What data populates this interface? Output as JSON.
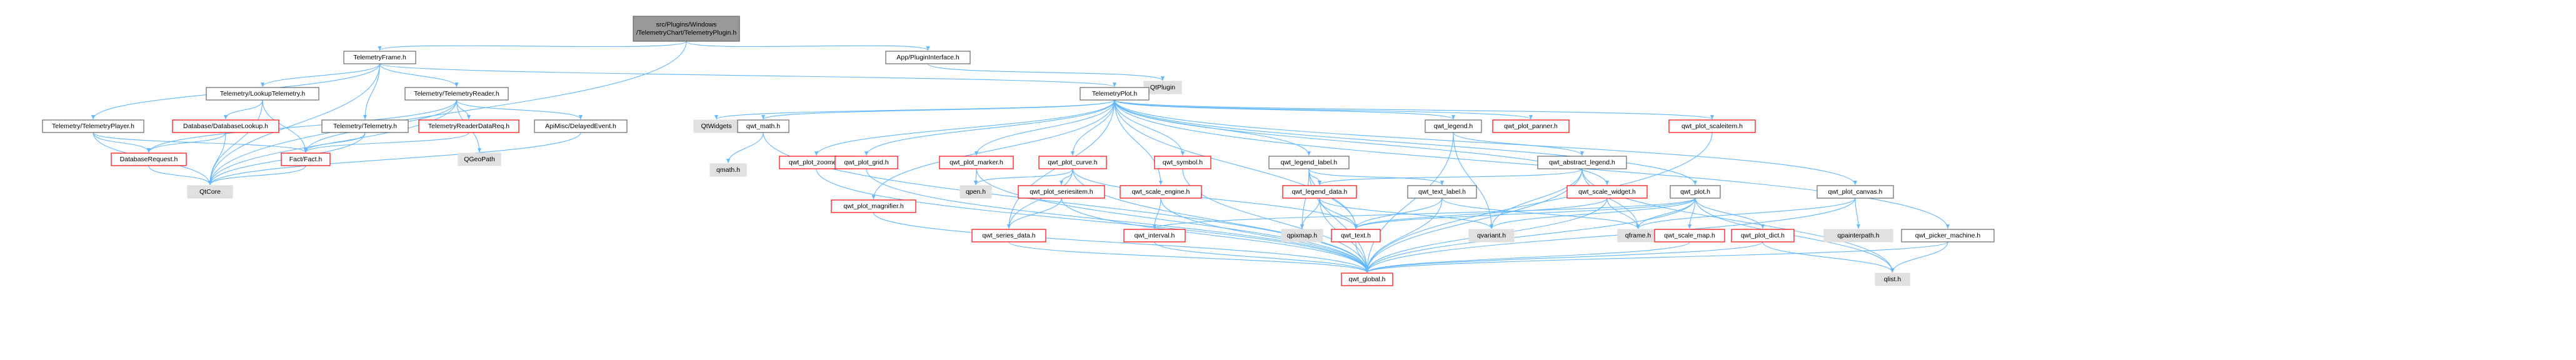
{
  "colors": {
    "edge": "#63b8ff",
    "box_border_plain": "#666666",
    "box_border_highlight": "#ff0000",
    "box_fill_plain": "#ffffff",
    "box_fill_external": "#e0e0e0",
    "box_fill_root": "#999999",
    "box_border_root": "#666666"
  },
  "nodes": [
    {
      "id": "root",
      "lines": [
        "src/Plugins/Windows",
        "/TelemetryChart/TelemetryPlugin.h"
      ],
      "kind": "root"
    },
    {
      "id": "telemetry_frame",
      "lines": [
        "TelemetryFrame.h"
      ],
      "kind": "plain"
    },
    {
      "id": "app_plugin_interface",
      "lines": [
        "App/PluginInterface.h"
      ],
      "kind": "plain"
    },
    {
      "id": "qt_plugin",
      "lines": [
        "QtPlugin"
      ],
      "kind": "external"
    },
    {
      "id": "telemetry_lookup",
      "lines": [
        "Telemetry/LookupTelemetry.h"
      ],
      "kind": "plain"
    },
    {
      "id": "telemetry_reader",
      "lines": [
        "Telemetry/TelemetryReader.h"
      ],
      "kind": "plain"
    },
    {
      "id": "telemetry_plot",
      "lines": [
        "TelemetryPlot.h"
      ],
      "kind": "plain"
    },
    {
      "id": "telemetry_player",
      "lines": [
        "Telemetry/TelemetryPlayer.h"
      ],
      "kind": "plain"
    },
    {
      "id": "db_lookup",
      "lines": [
        "Database/DatabaseLookup.h"
      ],
      "kind": "highlight"
    },
    {
      "id": "telemetry_h",
      "lines": [
        "Telemetry/Telemetry.h"
      ],
      "kind": "plain"
    },
    {
      "id": "reader_data_req",
      "lines": [
        "TelemetryReaderDataReq.h"
      ],
      "kind": "highlight"
    },
    {
      "id": "delayed_event",
      "lines": [
        "ApiMisc/DelayedEvent.h"
      ],
      "kind": "plain"
    },
    {
      "id": "db_request",
      "lines": [
        "DatabaseRequest.h"
      ],
      "kind": "highlight"
    },
    {
      "id": "fact",
      "lines": [
        "Fact/Fact.h"
      ],
      "kind": "highlight"
    },
    {
      "id": "qgeopath",
      "lines": [
        "QGeoPath"
      ],
      "kind": "external"
    },
    {
      "id": "qtcore",
      "lines": [
        "QtCore"
      ],
      "kind": "external"
    },
    {
      "id": "qtwidgets",
      "lines": [
        "QtWidgets"
      ],
      "kind": "external"
    },
    {
      "id": "qwt_math",
      "lines": [
        "qwt_math.h"
      ],
      "kind": "plain"
    },
    {
      "id": "qmath",
      "lines": [
        "qmath.h"
      ],
      "kind": "external"
    },
    {
      "id": "qwt_plot_zoomer",
      "lines": [
        "qwt_plot_zoomer.h"
      ],
      "kind": "highlight"
    },
    {
      "id": "qwt_plot_grid",
      "lines": [
        "qwt_plot_grid.h"
      ],
      "kind": "highlight"
    },
    {
      "id": "qwt_plot_magnifier",
      "lines": [
        "qwt_plot_magnifier.h"
      ],
      "kind": "highlight"
    },
    {
      "id": "qwt_plot_marker",
      "lines": [
        "qwt_plot_marker.h"
      ],
      "kind": "highlight"
    },
    {
      "id": "qwt_plot_curve",
      "lines": [
        "qwt_plot_curve.h"
      ],
      "kind": "highlight"
    },
    {
      "id": "qpen",
      "lines": [
        "qpen.h"
      ],
      "kind": "external"
    },
    {
      "id": "qwt_plot_seriesitem",
      "lines": [
        "qwt_plot_seriesitem.h"
      ],
      "kind": "highlight"
    },
    {
      "id": "qwt_series_data",
      "lines": [
        "qwt_series_data.h"
      ],
      "kind": "highlight"
    },
    {
      "id": "qwt_scale_engine",
      "lines": [
        "qwt_scale_engine.h"
      ],
      "kind": "highlight"
    },
    {
      "id": "qwt_interval",
      "lines": [
        "qwt_interval.h"
      ],
      "kind": "highlight"
    },
    {
      "id": "qwt_symbol",
      "lines": [
        "qwt_symbol.h"
      ],
      "kind": "highlight"
    },
    {
      "id": "qwt_legend_label",
      "lines": [
        "qwt_legend_label.h"
      ],
      "kind": "plain"
    },
    {
      "id": "qwt_legend_data",
      "lines": [
        "qwt_legend_data.h"
      ],
      "kind": "highlight"
    },
    {
      "id": "qpixmap",
      "lines": [
        "qpixmap.h"
      ],
      "kind": "external"
    },
    {
      "id": "qwt_text_label",
      "lines": [
        "qwt_text_label.h"
      ],
      "kind": "plain"
    },
    {
      "id": "qwt_text",
      "lines": [
        "qwt_text.h"
      ],
      "kind": "highlight"
    },
    {
      "id": "qwt_global",
      "lines": [
        "qwt_global.h"
      ],
      "kind": "highlight"
    },
    {
      "id": "qwt_legend",
      "lines": [
        "qwt_legend.h"
      ],
      "kind": "plain"
    },
    {
      "id": "qwt_abstract_legend",
      "lines": [
        "qwt_abstract_legend.h"
      ],
      "kind": "plain"
    },
    {
      "id": "qvariant",
      "lines": [
        "qvariant.h"
      ],
      "kind": "external"
    },
    {
      "id": "qwt_plot_panner",
      "lines": [
        "qwt_plot_panner.h"
      ],
      "kind": "highlight"
    },
    {
      "id": "qwt_scale_widget",
      "lines": [
        "qwt_scale_widget.h"
      ],
      "kind": "highlight"
    },
    {
      "id": "qwt_plot_scaleitem",
      "lines": [
        "qwt_plot_scaleitem.h"
      ],
      "kind": "highlight"
    },
    {
      "id": "qwt_plot",
      "lines": [
        "qwt_plot.h"
      ],
      "kind": "plain"
    },
    {
      "id": "qframe",
      "lines": [
        "qframe.h"
      ],
      "kind": "external"
    },
    {
      "id": "qwt_scale_map",
      "lines": [
        "qwt_scale_map.h"
      ],
      "kind": "highlight"
    },
    {
      "id": "qwt_plot_dict",
      "lines": [
        "qwt_plot_dict.h"
      ],
      "kind": "highlight"
    },
    {
      "id": "qwt_plot_canvas",
      "lines": [
        "qwt_plot_canvas.h"
      ],
      "kind": "plain"
    },
    {
      "id": "qpainterpath",
      "lines": [
        "qpainterpath.h"
      ],
      "kind": "external"
    },
    {
      "id": "qwt_picker_machine",
      "lines": [
        "qwt_picker_machine.h"
      ],
      "kind": "plain"
    },
    {
      "id": "qlist",
      "lines": [
        "qlist.h"
      ],
      "kind": "external"
    }
  ],
  "edges": [
    [
      "root",
      "telemetry_frame"
    ],
    [
      "root",
      "app_plugin_interface"
    ],
    [
      "root",
      "qtcore"
    ],
    [
      "app_plugin_interface",
      "qt_plugin"
    ],
    [
      "telemetry_frame",
      "telemetry_lookup"
    ],
    [
      "telemetry_frame",
      "telemetry_reader"
    ],
    [
      "telemetry_frame",
      "telemetry_plot"
    ],
    [
      "telemetry_frame",
      "telemetry_player"
    ],
    [
      "telemetry_frame",
      "telemetry_h"
    ],
    [
      "telemetry_frame",
      "qtcore"
    ],
    [
      "telemetry_lookup",
      "db_lookup"
    ],
    [
      "telemetry_lookup",
      "fact"
    ],
    [
      "telemetry_lookup",
      "qtcore"
    ],
    [
      "telemetry_reader",
      "db_request"
    ],
    [
      "telemetry_reader",
      "fact"
    ],
    [
      "telemetry_reader",
      "reader_data_req"
    ],
    [
      "telemetry_reader",
      "delayed_event"
    ],
    [
      "telemetry_reader",
      "qgeopath"
    ],
    [
      "telemetry_reader",
      "qtcore"
    ],
    [
      "telemetry_player",
      "db_request"
    ],
    [
      "telemetry_player",
      "fact"
    ],
    [
      "telemetry_player",
      "qtcore"
    ],
    [
      "db_lookup",
      "db_request"
    ],
    [
      "db_lookup",
      "qtcore"
    ],
    [
      "telemetry_h",
      "fact"
    ],
    [
      "telemetry_h",
      "qtcore"
    ],
    [
      "reader_data_req",
      "fact"
    ],
    [
      "delayed_event",
      "qtcore"
    ],
    [
      "db_request",
      "qtcore"
    ],
    [
      "fact",
      "qtcore"
    ],
    [
      "telemetry_plot",
      "qtwidgets"
    ],
    [
      "telemetry_plot",
      "qwt_math"
    ],
    [
      "telemetry_plot",
      "qwt_plot_zoomer"
    ],
    [
      "telemetry_plot",
      "qwt_plot_grid"
    ],
    [
      "telemetry_plot",
      "qwt_plot_magnifier"
    ],
    [
      "telemetry_plot",
      "qwt_plot_marker"
    ],
    [
      "telemetry_plot",
      "qwt_plot_curve"
    ],
    [
      "telemetry_plot",
      "qwt_scale_engine"
    ],
    [
      "telemetry_plot",
      "qwt_symbol"
    ],
    [
      "telemetry_plot",
      "qwt_legend_label"
    ],
    [
      "telemetry_plot",
      "qwt_legend"
    ],
    [
      "telemetry_plot",
      "qwt_plot_panner"
    ],
    [
      "telemetry_plot",
      "qwt_scale_widget"
    ],
    [
      "telemetry_plot",
      "qwt_plot_scaleitem"
    ],
    [
      "telemetry_plot",
      "qwt_plot"
    ],
    [
      "telemetry_plot",
      "qwt_plot_canvas"
    ],
    [
      "telemetry_plot",
      "qwt_picker_machine"
    ],
    [
      "telemetry_plot",
      "qwt_text"
    ],
    [
      "telemetry_plot",
      "qwt_series_data"
    ],
    [
      "qwt_math",
      "qmath"
    ],
    [
      "qwt_math",
      "qwt_global"
    ],
    [
      "qwt_plot_zoomer",
      "qwt_global"
    ],
    [
      "qwt_plot_grid",
      "qwt_global"
    ],
    [
      "qwt_plot_magnifier",
      "qwt_global"
    ],
    [
      "qwt_plot_marker",
      "qwt_global"
    ],
    [
      "qwt_plot_marker",
      "qpen"
    ],
    [
      "qwt_plot_curve",
      "qpen"
    ],
    [
      "qwt_plot_curve",
      "qwt_plot_seriesitem"
    ],
    [
      "qwt_plot_curve",
      "qwt_series_data"
    ],
    [
      "qwt_plot_curve",
      "qwt_text"
    ],
    [
      "qwt_plot_curve",
      "qwt_global"
    ],
    [
      "qwt_plot_seriesitem",
      "qwt_series_data"
    ],
    [
      "qwt_plot_seriesitem",
      "qwt_global"
    ],
    [
      "qwt_series_data",
      "qwt_global"
    ],
    [
      "qwt_scale_engine",
      "qwt_interval"
    ],
    [
      "qwt_scale_engine",
      "qwt_global"
    ],
    [
      "qwt_interval",
      "qwt_global"
    ],
    [
      "qwt_symbol",
      "qwt_global"
    ],
    [
      "qwt_legend_label",
      "qwt_legend_data"
    ],
    [
      "qwt_legend_label",
      "qwt_text_label"
    ],
    [
      "qwt_legend_label",
      "qpixmap"
    ],
    [
      "qwt_legend_label",
      "qwt_text"
    ],
    [
      "qwt_legend_label",
      "qwt_global"
    ],
    [
      "qwt_legend_data",
      "qpixmap"
    ],
    [
      "qwt_legend_data",
      "qvariant"
    ],
    [
      "qwt_legend_data",
      "qwt_text"
    ],
    [
      "qwt_legend_data",
      "qwt_global"
    ],
    [
      "qwt_text_label",
      "qwt_text"
    ],
    [
      "qwt_text_label",
      "qwt_global"
    ],
    [
      "qwt_text_label",
      "qframe"
    ],
    [
      "qwt_text",
      "qwt_global"
    ],
    [
      "qwt_legend",
      "qwt_abstract_legend"
    ],
    [
      "qwt_legend",
      "qvariant"
    ],
    [
      "qwt_legend",
      "qwt_global"
    ],
    [
      "qwt_abstract_legend",
      "qwt_legend_data"
    ],
    [
      "qwt_abstract_legend",
      "qvariant"
    ],
    [
      "qwt_abstract_legend",
      "qframe"
    ],
    [
      "qwt_abstract_legend",
      "qlist"
    ],
    [
      "qwt_abstract_legend",
      "qwt_global"
    ],
    [
      "qwt_scale_widget",
      "qwt_text"
    ],
    [
      "qwt_scale_widget",
      "qframe"
    ],
    [
      "qwt_scale_widget",
      "qwt_global"
    ],
    [
      "qwt_plot_scaleitem",
      "qwt_global"
    ],
    [
      "qwt_plot",
      "qwt_text"
    ],
    [
      "qwt_plot",
      "qwt_interval"
    ],
    [
      "qwt_plot",
      "qframe"
    ],
    [
      "qwt_plot",
      "qvariant"
    ],
    [
      "qwt_plot",
      "qwt_scale_map"
    ],
    [
      "qwt_plot",
      "qwt_plot_dict"
    ],
    [
      "qwt_plot",
      "qlist"
    ],
    [
      "qwt_plot",
      "qwt_global"
    ],
    [
      "qwt_scale_map",
      "qwt_global"
    ],
    [
      "qwt_plot_dict",
      "qlist"
    ],
    [
      "qwt_plot_dict",
      "qwt_global"
    ],
    [
      "qwt_plot_canvas",
      "qframe"
    ],
    [
      "qwt_plot_canvas",
      "qpainterpath"
    ],
    [
      "qwt_plot_canvas",
      "qwt_global"
    ],
    [
      "qwt_picker_machine",
      "qlist"
    ],
    [
      "qwt_picker_machine",
      "qwt_global"
    ]
  ]
}
